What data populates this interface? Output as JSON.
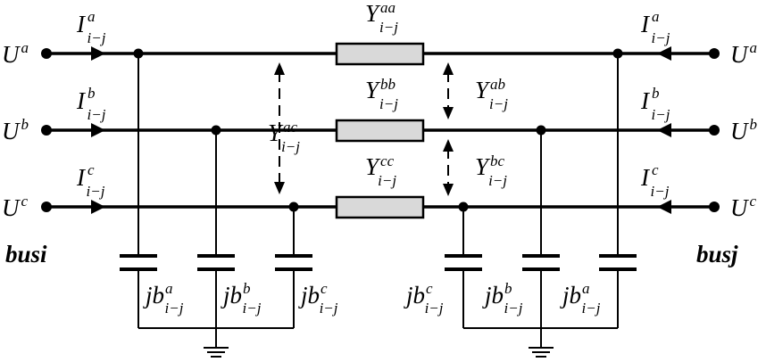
{
  "buses": {
    "left": "busi",
    "right": "busj"
  },
  "phases": [
    {
      "voltage": "U",
      "phase": "a"
    },
    {
      "voltage": "U",
      "phase": "b"
    },
    {
      "voltage": "U",
      "phase": "c"
    }
  ],
  "currents": [
    {
      "symbol": "I",
      "phase": "a",
      "sub": "i−j"
    },
    {
      "symbol": "I",
      "phase": "b",
      "sub": "i−j"
    },
    {
      "symbol": "I",
      "phase": "c",
      "sub": "i−j"
    }
  ],
  "series_admittances": [
    {
      "symbol": "Y",
      "sup": "aa",
      "sub": "i−j"
    },
    {
      "symbol": "Y",
      "sup": "bb",
      "sub": "i−j"
    },
    {
      "symbol": "Y",
      "sup": "cc",
      "sub": "i−j"
    }
  ],
  "mutual_admittances": [
    {
      "symbol": "Y",
      "sup": "ac",
      "sub": "i−j"
    },
    {
      "symbol": "Y",
      "sup": "ab",
      "sub": "i−j"
    },
    {
      "symbol": "Y",
      "sup": "bc",
      "sub": "i−j"
    }
  ],
  "shunt_left": [
    {
      "symbol": "jb",
      "sup": "a",
      "sub": "i−j"
    },
    {
      "symbol": "jb",
      "sup": "b",
      "sub": "i−j"
    },
    {
      "symbol": "jb",
      "sup": "c",
      "sub": "i−j"
    }
  ],
  "shunt_right": [
    {
      "symbol": "jb",
      "sup": "c",
      "sub": "i−j"
    },
    {
      "symbol": "jb",
      "sup": "b",
      "sub": "i−j"
    },
    {
      "symbol": "jb",
      "sup": "a",
      "sub": "i−j"
    }
  ]
}
